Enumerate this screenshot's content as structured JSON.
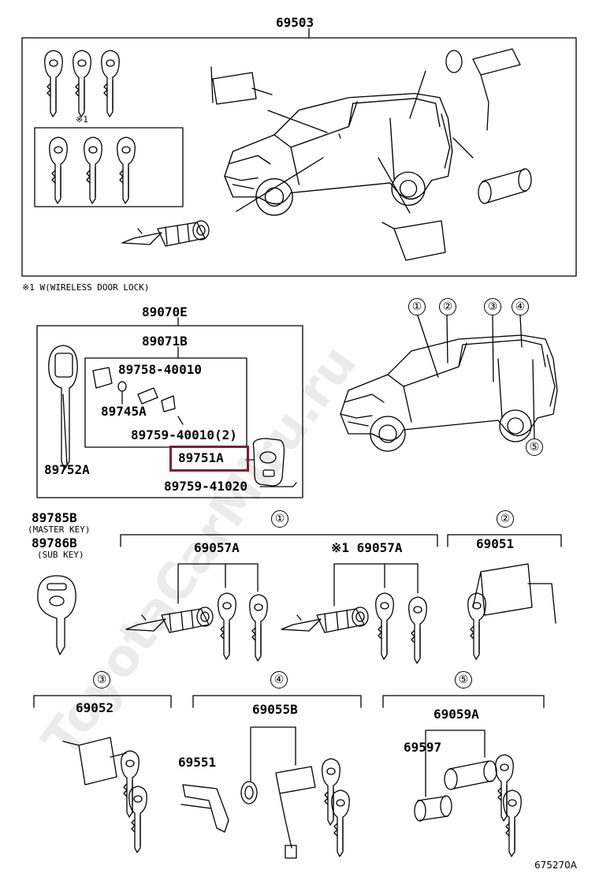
{
  "top_group": {
    "part_no": "69503",
    "note_mark": "※1",
    "footnote": "※1 W(WIRELESS DOOR LOCK)"
  },
  "transmitter_group": {
    "part_no": "89070E",
    "inner_part_no": "89071B",
    "parts": {
      "battery_cover": "89758-40010",
      "battery": "89745A",
      "screw_2": "89759-40010(2)",
      "key_blank": "89752A",
      "housing": "89751A",
      "screw": "89759-41020"
    }
  },
  "locations": [
    "①",
    "②",
    "③",
    "④",
    "⑤"
  ],
  "keys": {
    "master_no": "89785B",
    "master_label": "(MASTER KEY)",
    "sub_no": "89786B",
    "sub_label": "(SUB KEY)"
  },
  "sets": {
    "set1": {
      "marker": "①",
      "left_part": "69057A",
      "right_part": "※1 69057A"
    },
    "set2": {
      "marker": "②",
      "part": "69051"
    },
    "set3": {
      "marker": "③",
      "part": "69052"
    },
    "set4": {
      "marker": "④",
      "part": "69055B",
      "extra": "69551"
    },
    "set5": {
      "marker": "⑤",
      "part": "69059A",
      "extra": "69597"
    }
  },
  "figure_id": "675270A",
  "watermark": "ToyotaCarMiru.ru",
  "colors": {
    "highlight": "#8b1538"
  }
}
